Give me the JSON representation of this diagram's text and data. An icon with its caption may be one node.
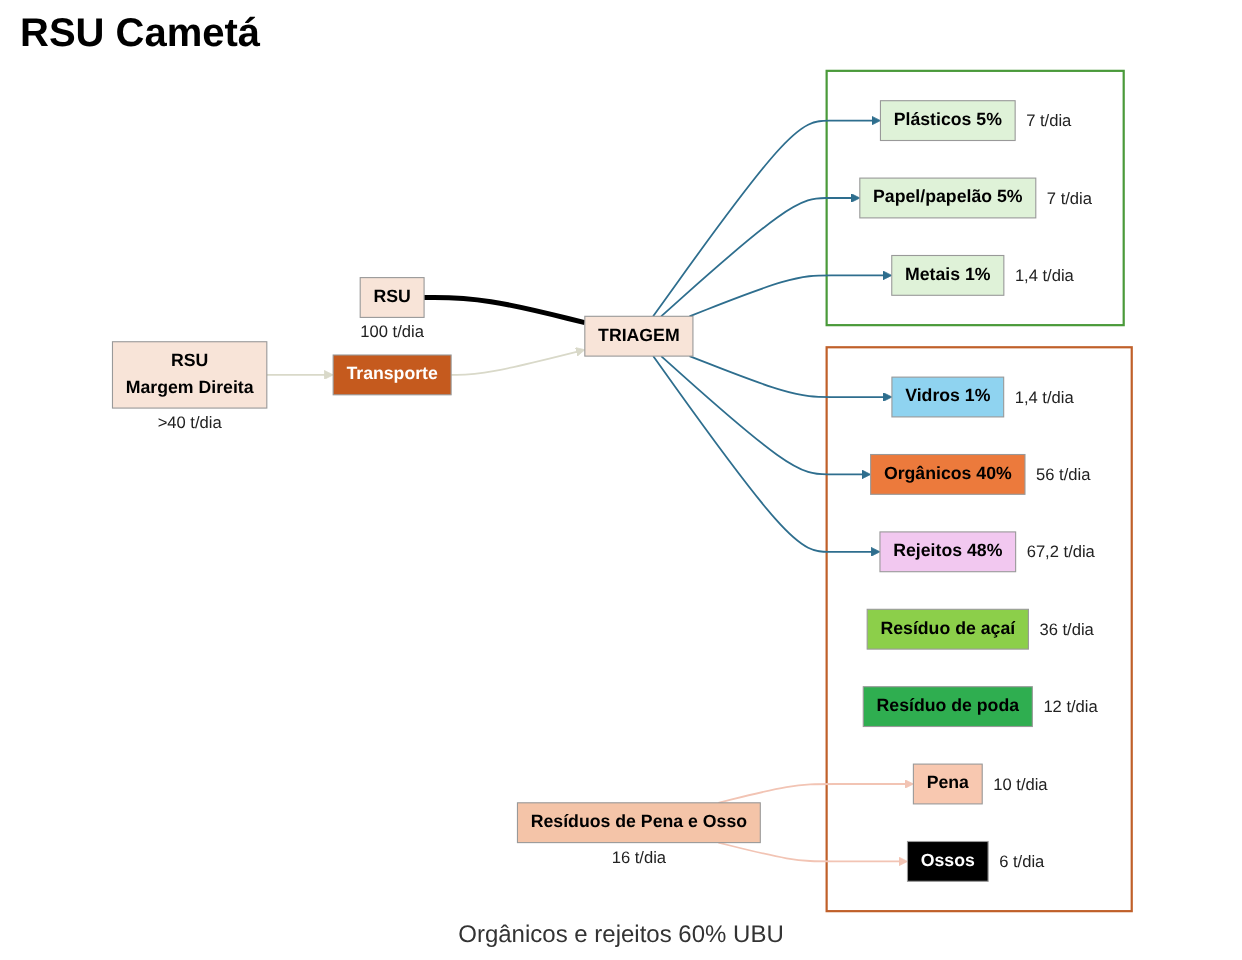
{
  "diagram": {
    "title": "RSU Cametá",
    "nodes": [
      {
        "text": [
          "RSU"
        ],
        "beside": [
          "100 t/dia"
        ]
      },
      {
        "text": [
          "TRIAGEM"
        ]
      },
      {
        "text": [
          "Transporte"
        ]
      },
      {
        "text": [
          "RSU",
          "Margem Direita"
        ],
        "beside": [
          ">40 t/dia"
        ]
      },
      {
        "text": [
          "Resíduos de Pena e Osso"
        ],
        "beside": [
          "16 t/dia"
        ]
      },
      {
        "text": [],
        "shape": "box"
      },
      {
        "text": [
          "Plásticos 5%"
        ],
        "in": 5,
        "beside": [
          "7 t/dia"
        ]
      },
      {
        "text": [
          "Papel/papelão 5%"
        ],
        "in": 5,
        "beside": [
          "7 t/dia"
        ]
      },
      {
        "text": [
          "Metais 1%"
        ],
        "in": 5,
        "beside": [
          "1,4 t/dia"
        ]
      },
      {
        "text": [],
        "shape": "box"
      },
      {
        "text": [
          "Vidros 1%"
        ],
        "in": 9,
        "beside": [
          "1,4 t/dia"
        ]
      },
      {
        "text": [
          "Orgânicos 40%"
        ],
        "in": 9,
        "beside": [
          "56 t/dia"
        ]
      },
      {
        "text": [
          "Rejeitos 48%"
        ],
        "in": 9,
        "beside": [
          "67,2 t/dia"
        ]
      },
      {
        "text": [
          "Resíduo de açaí"
        ],
        "in": 9,
        "beside": [
          "36 t/dia"
        ]
      },
      {
        "text": [
          "Resíduo de poda"
        ],
        "in": 9,
        "beside": [
          "12 t/dia"
        ]
      },
      {
        "text": [
          "Pena"
        ],
        "in": 9,
        "beside": [
          "10 t/dia"
        ]
      },
      {
        "text": [
          "Ossos"
        ],
        "in": 9,
        "beside": [
          "6 t/dia"
        ]
      }
    ],
    "edges": [
      {
        "from": 0,
        "to": 1,
        "arrow": "none",
        "style": "thick",
        "color": "#000000"
      },
      {
        "from": 2,
        "to": 1,
        "arrow": "to",
        "color": "#d9d9c9"
      },
      {
        "from": 3,
        "to": 2,
        "arrow": "to",
        "color": "#d9d9c9"
      },
      {
        "from": 1,
        "to": 6,
        "arrow": "to"
      },
      {
        "from": 1,
        "to": 7,
        "arrow": "to"
      },
      {
        "from": 1,
        "to": 8,
        "arrow": "to"
      },
      {
        "from": 1,
        "to": 10,
        "arrow": "to"
      },
      {
        "from": 1,
        "to": 11,
        "arrow": "to"
      },
      {
        "from": 1,
        "to": 12,
        "arrow": "to"
      },
      {
        "from": 4,
        "to": 15,
        "arrow": "to",
        "color": "#f2c4b4"
      },
      {
        "from": 4,
        "to": 16,
        "arrow": "to",
        "color": "#f2c4b4"
      }
    ],
    "labels": [
      "Orgânicos e rejeitos 60% UBU"
    ]
  }
}
